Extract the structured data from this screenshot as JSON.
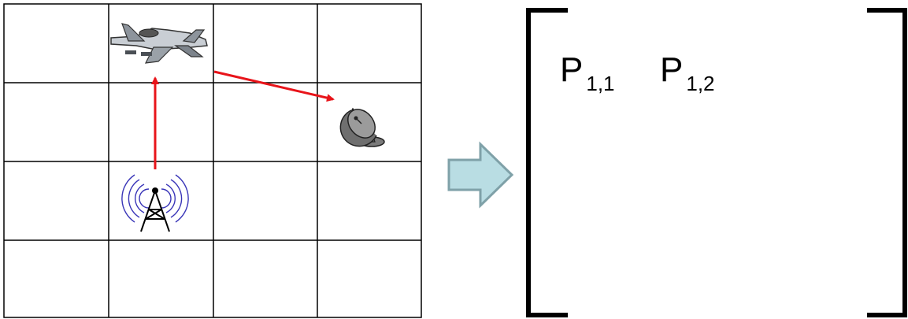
{
  "grid": {
    "rows": 4,
    "cols": 4
  },
  "icons": {
    "aircraft": "jet-aircraft-icon",
    "antenna": "radio-tower-icon",
    "dish": "satellite-dish-icon"
  },
  "colors": {
    "arrow": "#e8141a",
    "big_arrow_fill": "#b9dde3",
    "big_arrow_stroke": "#7fa1a8",
    "ink": "#000000"
  },
  "matrix": {
    "entries": [
      {
        "base": "P",
        "sub": "1,1"
      },
      {
        "base": "P",
        "sub": "1,2"
      }
    ]
  }
}
